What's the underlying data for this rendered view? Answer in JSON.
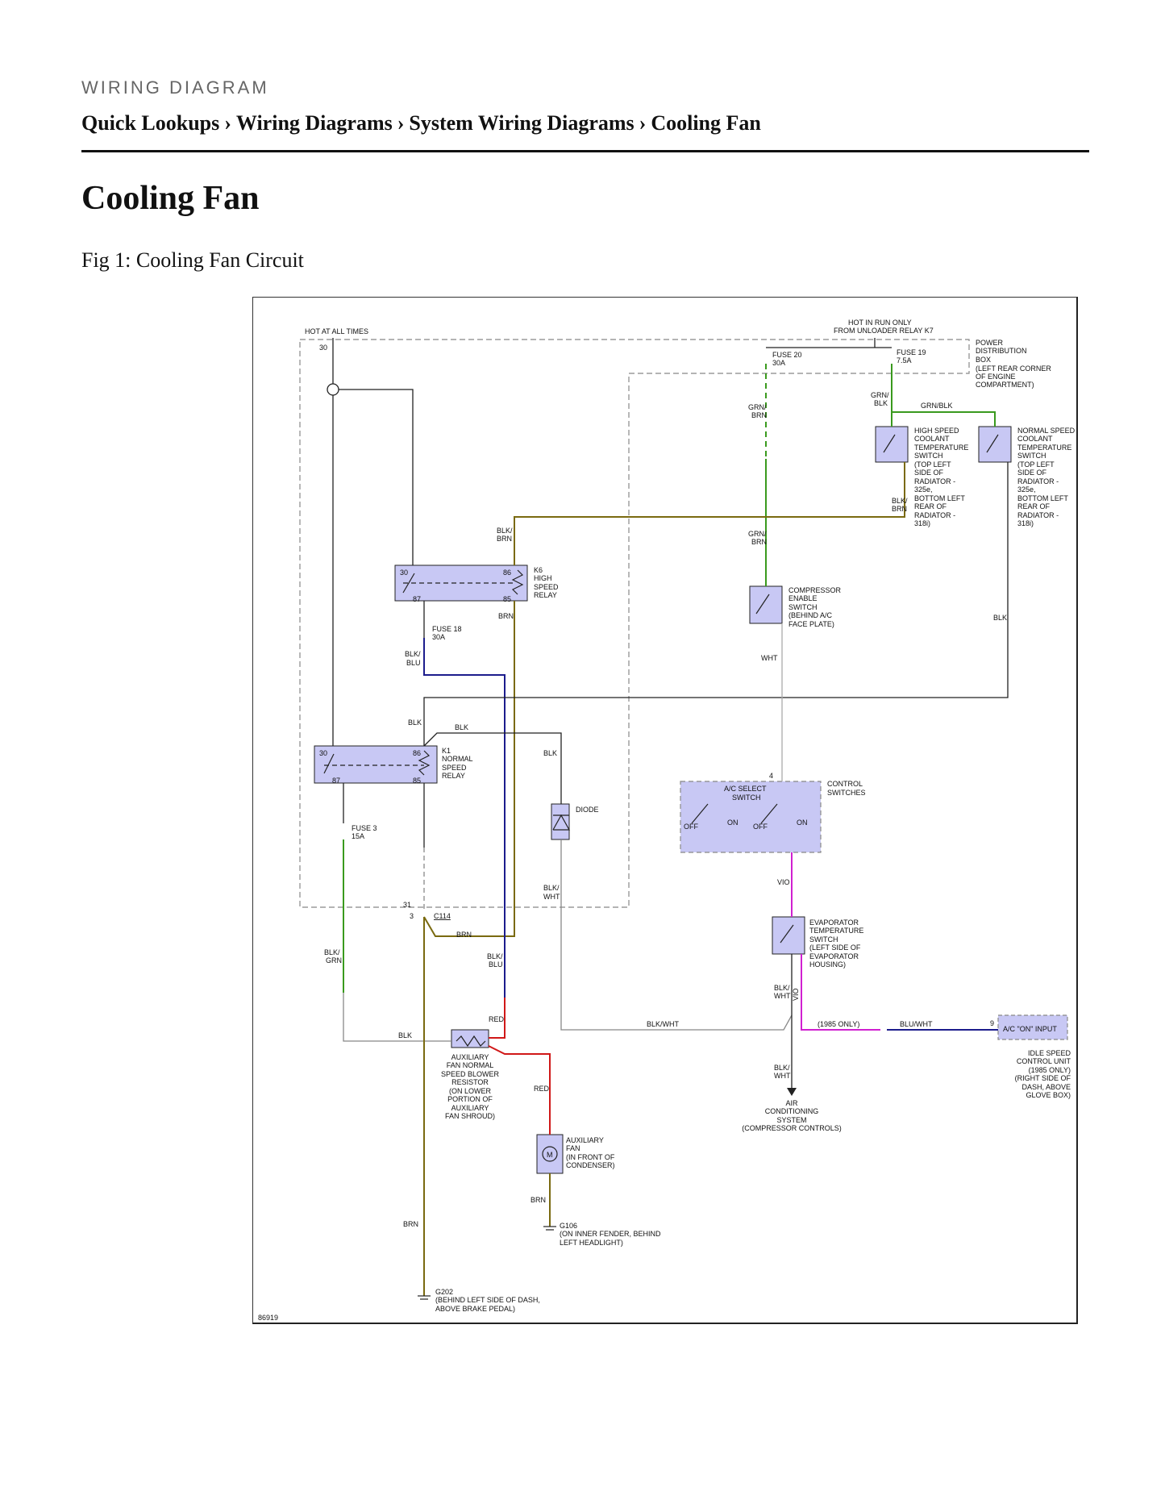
{
  "header": {
    "kicker": "WIRING DIAGRAM",
    "breadcrumb": [
      "Quick Lookups",
      "Wiring Diagrams",
      "System Wiring Diagrams",
      "Cooling Fan"
    ],
    "separator": "›"
  },
  "title": "Cooling Fan",
  "caption": "Fig 1: Cooling Fan Circuit",
  "diagram": {
    "hot_at_all_times": "HOT AT ALL TIMES",
    "pin_30_top": "30",
    "hot_in_run": [
      "HOT IN RUN ONLY",
      "FROM UNLOADER RELAY K7"
    ],
    "pdb": [
      "POWER",
      "DISTRIBUTION",
      "BOX",
      "(LEFT REAR CORNER",
      "OF ENGINE",
      "COMPARTMENT)"
    ],
    "fuse20": [
      "FUSE 20",
      "30A"
    ],
    "fuse19": [
      "FUSE 19",
      "7.5A"
    ],
    "grn_blk_a": [
      "GRN/",
      "BLK"
    ],
    "grn_blk_b": "GRN/BLK",
    "grn_brn_a": [
      "GRN/",
      "BRN"
    ],
    "grn_brn_b": [
      "GRN/",
      "BRN"
    ],
    "hs_switch": [
      "HIGH SPEED",
      "COOLANT",
      "TEMPERATURE",
      "SWITCH",
      "(TOP LEFT",
      "SIDE OF",
      "RADIATOR -",
      "325e,",
      "BOTTOM LEFT",
      "REAR OF",
      "RADIATOR -",
      "318i)"
    ],
    "ns_switch": [
      "NORMAL SPEED",
      "COOLANT",
      "TEMPERATURE",
      "SWITCH",
      "(TOP LEFT",
      "SIDE OF",
      "RADIATOR -",
      "325e,",
      "BOTTOM LEFT",
      "REAR OF",
      "RADIATOR -",
      "318i)"
    ],
    "blk_brn_a": [
      "BLK/",
      "BRN"
    ],
    "blk_brn_b": [
      "BLK/",
      "BRN"
    ],
    "k6": [
      "K6",
      "HIGH",
      "SPEED",
      "RELAY"
    ],
    "k6_pins": {
      "p30": "30",
      "p86": "86",
      "p87": "87",
      "p85": "85"
    },
    "brn_k6": "BRN",
    "fuse18": [
      "FUSE 18",
      "30A"
    ],
    "blk_blu_a": [
      "BLK/",
      "BLU"
    ],
    "compressor": [
      "COMPRESSOR",
      "ENABLE",
      "SWITCH",
      "(BEHIND A/C",
      "FACE PLATE)"
    ],
    "wht": "WHT",
    "blk_right": "BLK",
    "blk_k1_left": "BLK",
    "blk_k1_top": "BLK",
    "blk_diode": "BLK",
    "k1": [
      "K1",
      "NORMAL",
      "SPEED",
      "RELAY"
    ],
    "k1_pins": {
      "p30": "30",
      "p86": "86",
      "p87": "87",
      "p85": "85"
    },
    "diode": "DIODE",
    "pin4": "4",
    "control_switches": [
      "CONTROL",
      "SWITCHES"
    ],
    "ac_select": [
      "A/C SELECT",
      "SWITCH"
    ],
    "sw_off1": "OFF",
    "sw_on1": "ON",
    "sw_off2": "OFF",
    "sw_on2": "ON",
    "fuse3": [
      "FUSE 3",
      "15A"
    ],
    "blk_wht_a": [
      "BLK/",
      "WHT"
    ],
    "vio_a": "VIO",
    "pin31": "31",
    "pin3": "3",
    "c114": "C114",
    "brn_c114": "BRN",
    "evap": [
      "EVAPORATOR",
      "TEMPERATURE",
      "SWITCH",
      "(LEFT SIDE OF",
      "EVAPORATOR",
      "HOUSING)"
    ],
    "blk_grn": [
      "BLK/",
      "GRN"
    ],
    "blk_blu_b": [
      "BLK/",
      "BLU"
    ],
    "blk_wht_b": [
      "BLK/",
      "WHT"
    ],
    "vio_b": "VIO",
    "red_a": "RED",
    "blk_res": "BLK",
    "blk_wht_h": "BLK/WHT",
    "only_1985": "(1985 ONLY)",
    "blu_wht": "BLU/WHT",
    "pin9": "9",
    "ac_on_input": "A/C \"ON\" INPUT",
    "idle": [
      "IDLE SPEED",
      "CONTROL UNIT",
      "(1985 ONLY)",
      "(RIGHT SIDE OF",
      "DASH, ABOVE",
      "GLOVE BOX)"
    ],
    "resistor": [
      "AUXILIARY",
      "FAN NORMAL",
      "SPEED BLOWER",
      "RESISTOR",
      "(ON LOWER",
      "PORTION OF",
      "AUXILIARY",
      "FAN SHROUD)"
    ],
    "red_b": "RED",
    "blk_wht_c": [
      "BLK/",
      "WHT"
    ],
    "ac_system": [
      "AIR",
      "CONDITIONING",
      "SYSTEM",
      "(COMPRESSOR CONTROLS)"
    ],
    "aux_fan": [
      "AUXILIARY",
      "FAN",
      "(IN FRONT OF",
      "CONDENSER)"
    ],
    "motor": "M",
    "brn_fan": "BRN",
    "g106": [
      "G106",
      "(ON INNER FENDER, BEHIND",
      "LEFT HEADLIGHT)"
    ],
    "brn_main": "BRN",
    "g202": [
      "G202",
      "(BEHIND LEFT SIDE OF DASH,",
      "ABOVE BRAKE PEDAL)"
    ],
    "fig_id": "86919",
    "wire_colors": {
      "green": "#3a9a1e",
      "olive": "#7a6a10",
      "blue": "#1c1c8c",
      "red": "#d01818",
      "magenta": "#d020d0",
      "gray": "#888888",
      "black": "#222222"
    }
  }
}
